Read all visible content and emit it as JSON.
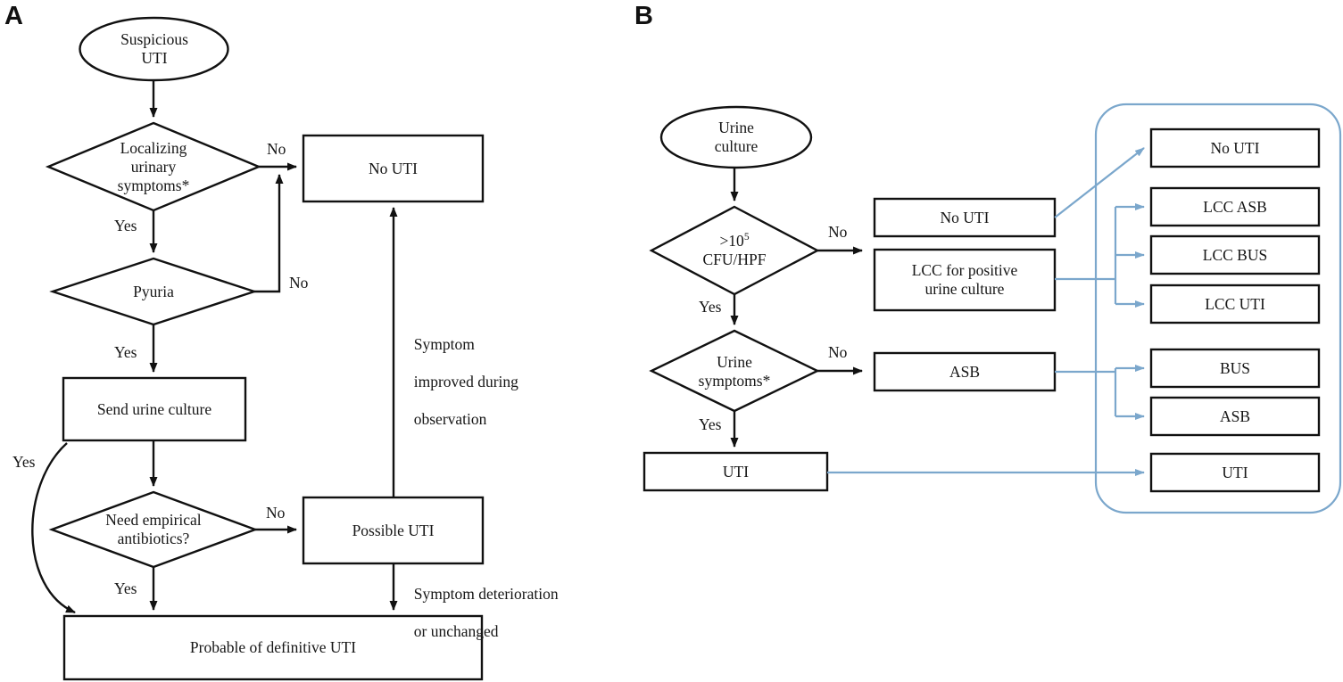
{
  "figure": {
    "type": "flowchart",
    "panels": [
      {
        "id": "A",
        "label": "A",
        "nodes": [
          {
            "name": "suspicious-uti",
            "shape": "ellipse",
            "text": "Suspicious\nUTI"
          },
          {
            "name": "localizing-urinary-symptoms",
            "shape": "diamond",
            "text": "Localizing\nurinary\nsymptoms*"
          },
          {
            "name": "pyuria",
            "shape": "diamond",
            "text": "Pyuria"
          },
          {
            "name": "send-urine-culture",
            "shape": "rect",
            "text": "Send urine culture"
          },
          {
            "name": "need-empirical-antibiotics",
            "shape": "diamond",
            "text": "Need empirical\nantibiotics?"
          },
          {
            "name": "no-uti",
            "shape": "rect",
            "text": "No UTI"
          },
          {
            "name": "possible-uti",
            "shape": "rect",
            "text": "Possible UTI"
          },
          {
            "name": "probable-definitive-uti",
            "shape": "rect",
            "text": "Probable of definitive UTI"
          }
        ],
        "edge_labels": [
          {
            "name": "edge-localizing-no",
            "text": "No"
          },
          {
            "name": "edge-localizing-yes",
            "text": "Yes"
          },
          {
            "name": "edge-pyuria-no",
            "text": "No"
          },
          {
            "name": "edge-pyuria-yes",
            "text": "Yes"
          },
          {
            "name": "edge-culture-yes",
            "text": "Yes"
          },
          {
            "name": "edge-antibiotics-no",
            "text": "No"
          },
          {
            "name": "edge-antibiotics-yes",
            "text": "Yes"
          },
          {
            "name": "edge-symptom-improved",
            "text": "Symptom\nimproved during\nobservation"
          },
          {
            "name": "edge-symptom-deterioration",
            "text": "Symptom deterioration\nor unchanged"
          }
        ]
      },
      {
        "id": "B",
        "label": "B",
        "nodes": [
          {
            "name": "urine-culture",
            "shape": "ellipse",
            "text": "Urine\nculture"
          },
          {
            "name": "cfu-threshold",
            "shape": "diamond",
            "text_html": ">10<sup>5</sup>\nCFU/HPF",
            "text": ">105 CFU/HPF"
          },
          {
            "name": "urine-symptoms",
            "shape": "diamond",
            "text": "Urine\nsymptoms*"
          },
          {
            "name": "no-uti",
            "shape": "rect",
            "text": "No UTI"
          },
          {
            "name": "lcc-positive-urine-culture",
            "shape": "rect",
            "text": "LCC for positive\nurine culture"
          },
          {
            "name": "asb",
            "shape": "rect",
            "text": "ASB"
          },
          {
            "name": "uti",
            "shape": "rect",
            "text": "UTI"
          }
        ],
        "outcome_group": {
          "name": "outcome-group",
          "items": [
            {
              "name": "outcome-no-uti",
              "text": "No UTI"
            },
            {
              "name": "outcome-lcc-asb",
              "text": "LCC ASB"
            },
            {
              "name": "outcome-lcc-bus",
              "text": "LCC BUS"
            },
            {
              "name": "outcome-lcc-uti",
              "text": "LCC UTI"
            },
            {
              "name": "outcome-bus",
              "text": "BUS"
            },
            {
              "name": "outcome-asb",
              "text": "ASB"
            },
            {
              "name": "outcome-uti",
              "text": "UTI"
            }
          ]
        },
        "edge_labels": [
          {
            "name": "edge-cfu-no",
            "text": "No"
          },
          {
            "name": "edge-cfu-yes",
            "text": "Yes"
          },
          {
            "name": "edge-symptoms-no",
            "text": "No"
          },
          {
            "name": "edge-symptoms-yes",
            "text": "Yes"
          }
        ]
      }
    ],
    "colors": {
      "stroke_black": "#111111",
      "stroke_blue": "#7BA7CC",
      "background": "#ffffff"
    }
  },
  "a": {
    "label": "A",
    "suspicious_uti_l1": "Suspicious",
    "suspicious_uti_l2": "UTI",
    "localizing_l1": "Localizing",
    "localizing_l2": "urinary",
    "localizing_l3": "symptoms*",
    "pyuria": "Pyuria",
    "send_urine_culture": "Send urine culture",
    "need_abx_l1": "Need empirical",
    "need_abx_l2": "antibiotics?",
    "no_uti": "No UTI",
    "possible_uti": "Possible UTI",
    "probable_uti": "Probable of definitive UTI",
    "lbl_localizing_no": "No",
    "lbl_localizing_yes": "Yes",
    "lbl_pyuria_no": "No",
    "lbl_pyuria_yes": "Yes",
    "lbl_culture_yes": "Yes",
    "lbl_abx_no": "No",
    "lbl_abx_yes": "Yes",
    "lbl_improved_l1": "Symptom",
    "lbl_improved_l2": "improved during",
    "lbl_improved_l3": "observation",
    "lbl_deteriorate_l1": "Symptom deterioration",
    "lbl_deteriorate_l2": "or unchanged"
  },
  "b": {
    "label": "B",
    "urine_culture_l1": "Urine",
    "urine_culture_l2": "culture",
    "cfu_l1_pre": ">10",
    "cfu_l1_sup": "5",
    "cfu_l2": "CFU/HPF",
    "urine_symptoms_l1": "Urine",
    "urine_symptoms_l2": "symptoms*",
    "no_uti": "No UTI",
    "lcc_pos_l1": "LCC for positive",
    "lcc_pos_l2": "urine culture",
    "asb": "ASB",
    "uti": "UTI",
    "out_no_uti": "No UTI",
    "out_lcc_asb": "LCC ASB",
    "out_lcc_bus": "LCC BUS",
    "out_lcc_uti": "LCC UTI",
    "out_bus": "BUS",
    "out_asb": "ASB",
    "out_uti": "UTI",
    "lbl_cfu_no": "No",
    "lbl_cfu_yes": "Yes",
    "lbl_symptoms_no": "No",
    "lbl_symptoms_yes": "Yes"
  }
}
